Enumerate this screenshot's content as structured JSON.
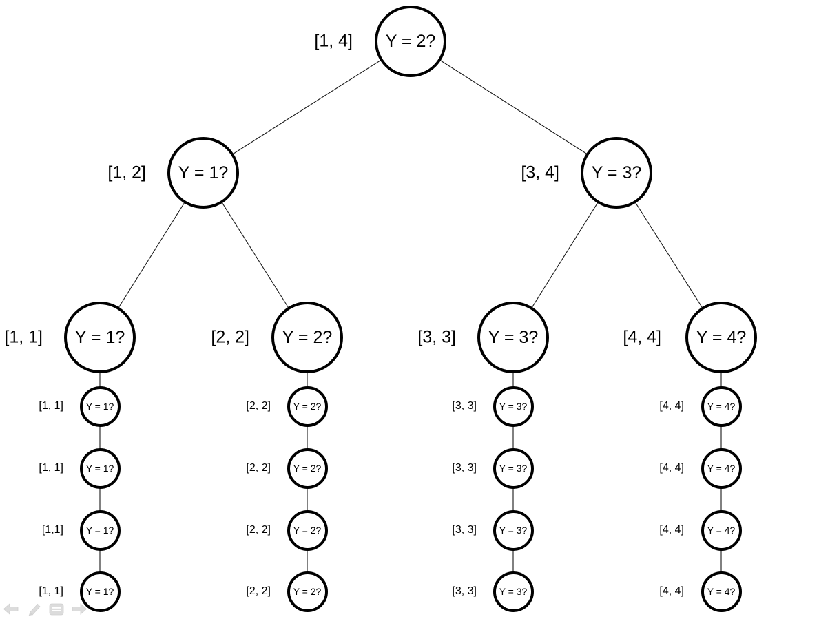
{
  "tree": {
    "root": {
      "interval": "[1, 4]",
      "question": "Y = 2?"
    },
    "level2": [
      {
        "interval": "[1, 2]",
        "question": "Y = 1?"
      },
      {
        "interval": "[3, 4]",
        "question": "Y = 3?"
      }
    ],
    "level3": [
      {
        "interval": "[1, 1]",
        "question": "Y = 1?"
      },
      {
        "interval": "[2, 2]",
        "question": "Y = 2?"
      },
      {
        "interval": "[3, 3]",
        "question": "Y = 3?"
      },
      {
        "interval": "[4, 4]",
        "question": "Y = 4?"
      }
    ],
    "chains": [
      [
        {
          "interval": "[1, 1]",
          "question": "Y = 1?"
        },
        {
          "interval": "[1, 1]",
          "question": "Y = 1?"
        },
        {
          "interval": "[1,1]",
          "question": "Y = 1?"
        },
        {
          "interval": "[1, 1]",
          "question": "Y = 1?"
        }
      ],
      [
        {
          "interval": "[2, 2]",
          "question": "Y = 2?"
        },
        {
          "interval": "[2, 2]",
          "question": "Y = 2?"
        },
        {
          "interval": "[2, 2]",
          "question": "Y = 2?"
        },
        {
          "interval": "[2, 2]",
          "question": "Y = 2?"
        }
      ],
      [
        {
          "interval": "[3, 3]",
          "question": "Y = 3?"
        },
        {
          "interval": "[3, 3]",
          "question": "Y = 3?"
        },
        {
          "interval": "[3, 3]",
          "question": "Y = 3?"
        },
        {
          "interval": "[3, 3]",
          "question": "Y = 3?"
        }
      ],
      [
        {
          "interval": "[4, 4]",
          "question": "Y = 4?"
        },
        {
          "interval": "[4, 4]",
          "question": "Y = 4?"
        },
        {
          "interval": "[4, 4]",
          "question": "Y = 4?"
        },
        {
          "interval": "[4, 4]",
          "question": "Y = 4?"
        }
      ]
    ]
  },
  "colors": {
    "background": "#ffffff",
    "node_border": "#000000",
    "node_fill": "#ffffff",
    "edge": "#1a1a1a",
    "text": "#000000",
    "control_icon": "#d9d9d9"
  },
  "controls": {
    "prev_icon": "left-arrow",
    "pen_icon": "pen",
    "menu_icon": "comment-menu",
    "next_icon": "right-arrow"
  }
}
